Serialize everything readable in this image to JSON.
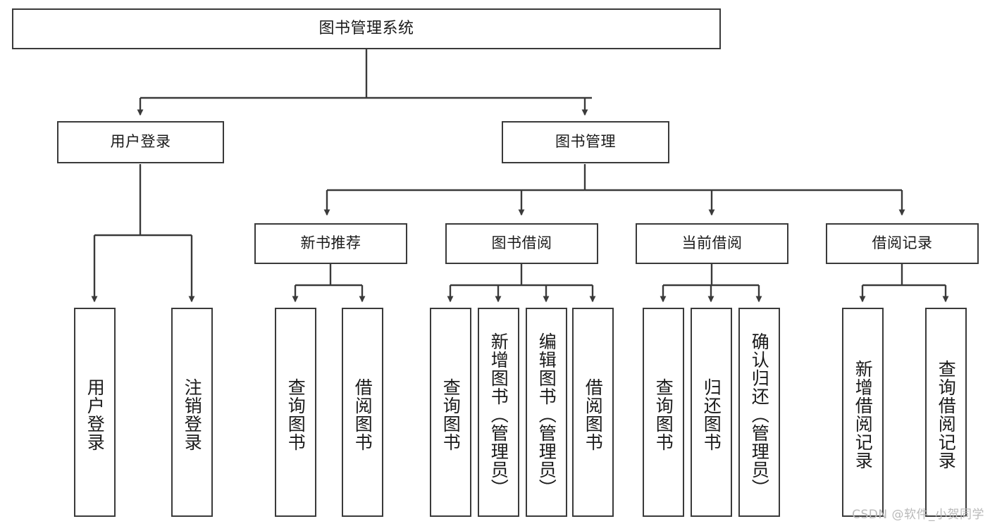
{
  "diagram": {
    "title": "图书管理系统",
    "type": "tree-hierarchy-diagram",
    "root": {
      "id": "root",
      "label": "图书管理系统"
    },
    "level2": [
      {
        "id": "user-login",
        "label": "用户登录"
      },
      {
        "id": "book-manage",
        "label": "图书管理"
      }
    ],
    "level3": [
      {
        "id": "new-book-recommend",
        "label": "新书推荐"
      },
      {
        "id": "book-borrow",
        "label": "图书借阅"
      },
      {
        "id": "current-borrow",
        "label": "当前借阅"
      },
      {
        "id": "borrow-record",
        "label": "借阅记录"
      }
    ],
    "leaves": {
      "user_login": [
        {
          "id": "leaf-user-login",
          "label": "用户登录"
        },
        {
          "id": "leaf-logout-login",
          "label": "注销登录"
        }
      ],
      "new_book_recommend": [
        {
          "id": "leaf-query-book-1",
          "label": "查询图书"
        },
        {
          "id": "leaf-borrow-book-1",
          "label": "借阅图书"
        }
      ],
      "book_borrow": [
        {
          "id": "leaf-query-book-2",
          "label": "查询图书"
        },
        {
          "id": "leaf-add-book",
          "label": "新增图书（管理员）"
        },
        {
          "id": "leaf-edit-book",
          "label": "编辑图书（管理员）"
        },
        {
          "id": "leaf-borrow-book-2",
          "label": "借阅图书"
        }
      ],
      "current_borrow": [
        {
          "id": "leaf-query-book-3",
          "label": "查询图书"
        },
        {
          "id": "leaf-return-book",
          "label": "归还图书"
        },
        {
          "id": "leaf-confirm-return",
          "label": "确认归还（管理员）"
        }
      ],
      "borrow_record": [
        {
          "id": "leaf-add-record",
          "label": "新增借阅记录"
        },
        {
          "id": "leaf-query-record",
          "label": "查询借阅记录"
        }
      ]
    },
    "colors": {
      "box_border": "#3a3a3a",
      "connector": "#3a3a3a",
      "background": "#ffffff",
      "text": "#1a1a1a",
      "watermark": "#b9b9b9"
    }
  },
  "watermark": {
    "text": "CSDN @软件_小贺同学"
  }
}
